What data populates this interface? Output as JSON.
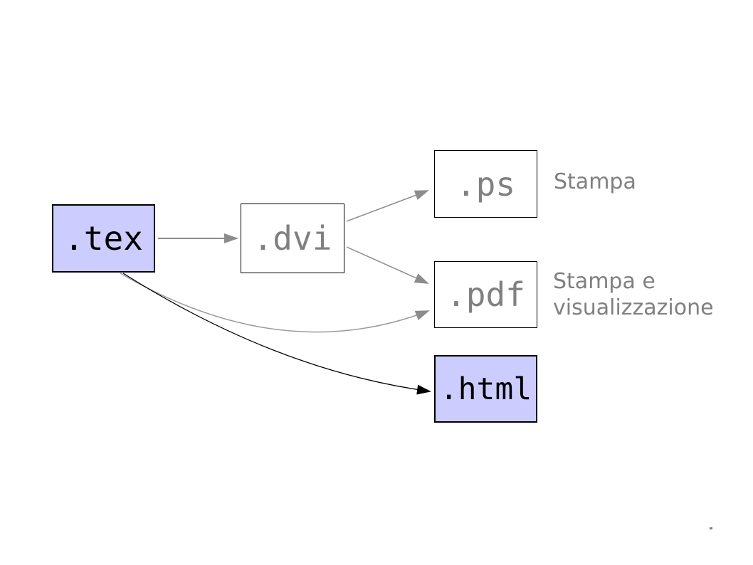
{
  "diagram": {
    "nodes": [
      {
        "id": "tex",
        "label": ".tex",
        "emphasized": true
      },
      {
        "id": "dvi",
        "label": ".dvi",
        "emphasized": false
      },
      {
        "id": "ps",
        "label": ".ps",
        "emphasized": false
      },
      {
        "id": "pdf",
        "label": ".pdf",
        "emphasized": false
      },
      {
        "id": "html",
        "label": ".html",
        "emphasized": true
      }
    ],
    "annotations": [
      {
        "target": "ps",
        "lines": [
          "Stampa"
        ]
      },
      {
        "target": "pdf",
        "lines": [
          "Stampa e",
          "visualizzazione"
        ]
      }
    ],
    "edges": [
      {
        "from": "tex",
        "to": "dvi",
        "color": "gray",
        "shape": "straight"
      },
      {
        "from": "dvi",
        "to": "ps",
        "color": "gray",
        "shape": "straight"
      },
      {
        "from": "dvi",
        "to": "pdf",
        "color": "gray",
        "shape": "straight"
      },
      {
        "from": "tex",
        "to": "pdf",
        "color": "gray",
        "shape": "curved"
      },
      {
        "from": "tex",
        "to": "html",
        "color": "black",
        "shape": "curved"
      }
    ],
    "colors": {
      "background": "#ffffff",
      "node_fill_emphasized": "#ccccff",
      "node_fill_plain": "#ffffff",
      "node_border": "#000000",
      "node_text_emphasized": "#000000",
      "node_text_plain": "#808080",
      "annotation_text": "#808080",
      "arrow_gray": "#8c8c8c",
      "arrow_black": "#000000"
    }
  }
}
